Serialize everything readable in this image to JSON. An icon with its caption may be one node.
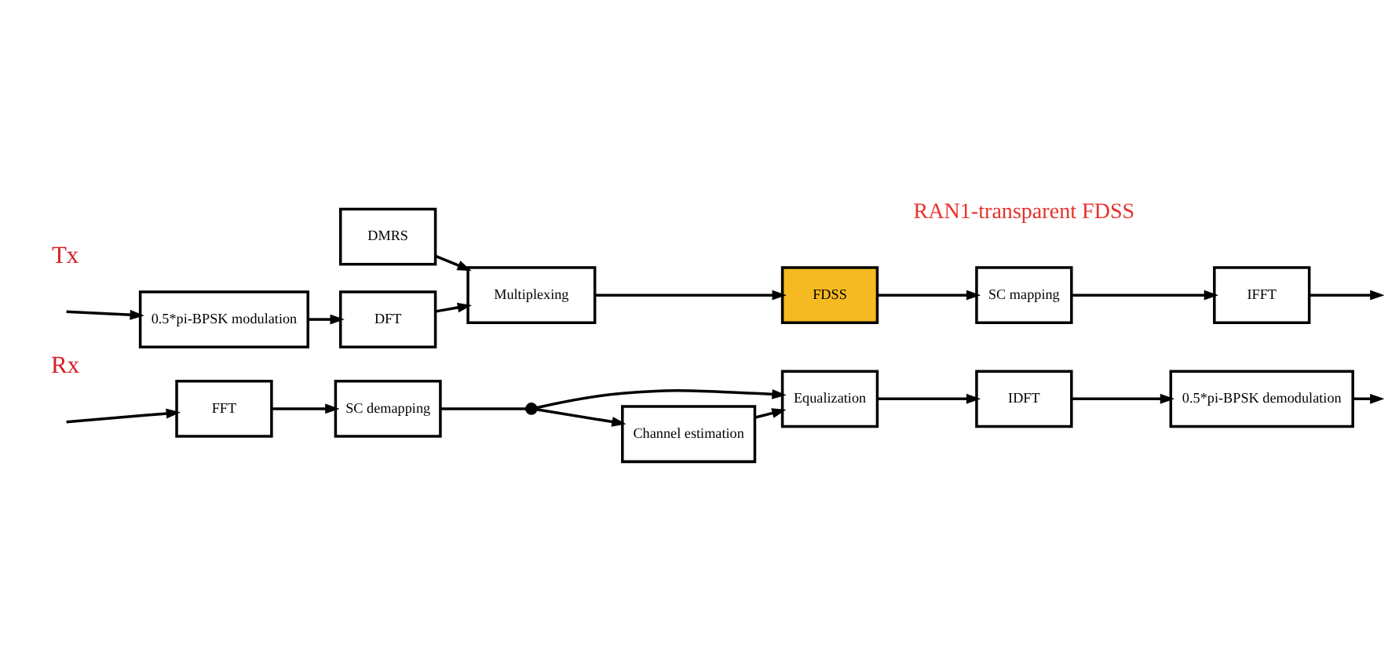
{
  "diagram": {
    "nodes": [
      {
        "text": [
          "DMRS"
        ]
      },
      {
        "text": [
          "0.5*pi-BPSK modulation"
        ]
      },
      {
        "text": [
          "DFT"
        ]
      },
      {
        "text": [
          "Multiplexing"
        ]
      },
      {
        "text": [
          "FDSS"
        ]
      },
      {
        "text": [
          "SC mapping"
        ]
      },
      {
        "text": [
          "IFFT"
        ]
      },
      {
        "text": [
          "FFT"
        ]
      },
      {
        "text": [
          "SC demapping"
        ]
      },
      {
        "text": [],
        "shape": "circle"
      },
      {
        "text": [
          "Equalization"
        ]
      },
      {
        "text": [
          "IDFT"
        ]
      },
      {
        "text": [
          "0.5*pi-BPSK demodulation"
        ]
      },
      {
        "text": [
          "Channel estimation"
        ]
      }
    ],
    "edges": [
      {
        "from": null,
        "to": 1,
        "arrow": "to"
      },
      {
        "from": 1,
        "to": 2,
        "arrow": "to"
      },
      {
        "from": 0,
        "to": 3,
        "arrow": "to"
      },
      {
        "from": 2,
        "to": 3,
        "arrow": "to"
      },
      {
        "from": 3,
        "to": 4,
        "arrow": "to"
      },
      {
        "from": 4,
        "to": 5,
        "arrow": "to"
      },
      {
        "from": 5,
        "to": 6,
        "arrow": "to"
      },
      {
        "from": 6,
        "to": null,
        "arrow": "to"
      },
      {
        "from": null,
        "to": 7,
        "arrow": "to"
      },
      {
        "from": 7,
        "to": 8,
        "arrow": "to"
      },
      {
        "from": 8,
        "to": 9,
        "arrow": "none"
      },
      {
        "from": 9,
        "to": 10,
        "arrow": "to"
      },
      {
        "from": 9,
        "to": 13,
        "arrow": "to"
      },
      {
        "from": 13,
        "to": 10,
        "arrow": "to"
      },
      {
        "from": 10,
        "to": 11,
        "arrow": "to"
      },
      {
        "from": 11,
        "to": 12,
        "arrow": "to"
      },
      {
        "from": 12,
        "to": null,
        "arrow": "to"
      }
    ],
    "labels": [
      "Tx",
      "Rx",
      "RAN1-transparent FDSS"
    ]
  }
}
